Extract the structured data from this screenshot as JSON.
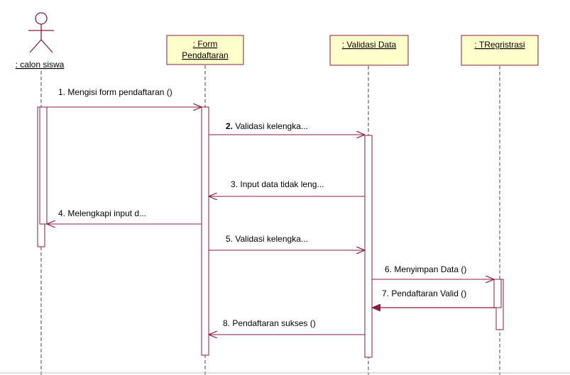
{
  "diagram": {
    "actor": {
      "label": ": calon siswa"
    },
    "objects": [
      {
        "id": "form",
        "lines": [
          ": Form",
          "Pendaftaran"
        ]
      },
      {
        "id": "validasi",
        "lines": [
          ": Validasi Data"
        ]
      },
      {
        "id": "treg",
        "lines": [
          ": TRegristrasi"
        ]
      }
    ],
    "messages": [
      {
        "number": "1.",
        "text": "Mengisi form pendaftaran ()",
        "from": "actor",
        "to": "form"
      },
      {
        "number": "2.",
        "text": "Validasi kelengka...",
        "from": "form",
        "to": "validasi"
      },
      {
        "number": "3.",
        "text": "Input data tidak leng...",
        "from": "validasi",
        "to": "form"
      },
      {
        "number": "4.",
        "text": "Melengkapi input d...",
        "from": "form",
        "to": "actor"
      },
      {
        "number": "5.",
        "text": "Validasi kelengka...",
        "from": "form",
        "to": "validasi"
      },
      {
        "number": "6.",
        "text": "Menyimpan Data ()",
        "from": "validasi",
        "to": "treg"
      },
      {
        "number": "7.",
        "text": "Pendaftaran Valid ()",
        "from": "treg",
        "to": "validasi"
      },
      {
        "number": "8.",
        "text": "Pendaftaran sukses ()",
        "from": "validasi",
        "to": "form"
      }
    ],
    "colors": {
      "line": "#8b1c3c",
      "object_fill": "#ffffcc",
      "object_border": "#8b1c3c",
      "activation_fill": "#ffffff",
      "lifeline": "#444444",
      "text": "#000000"
    }
  }
}
